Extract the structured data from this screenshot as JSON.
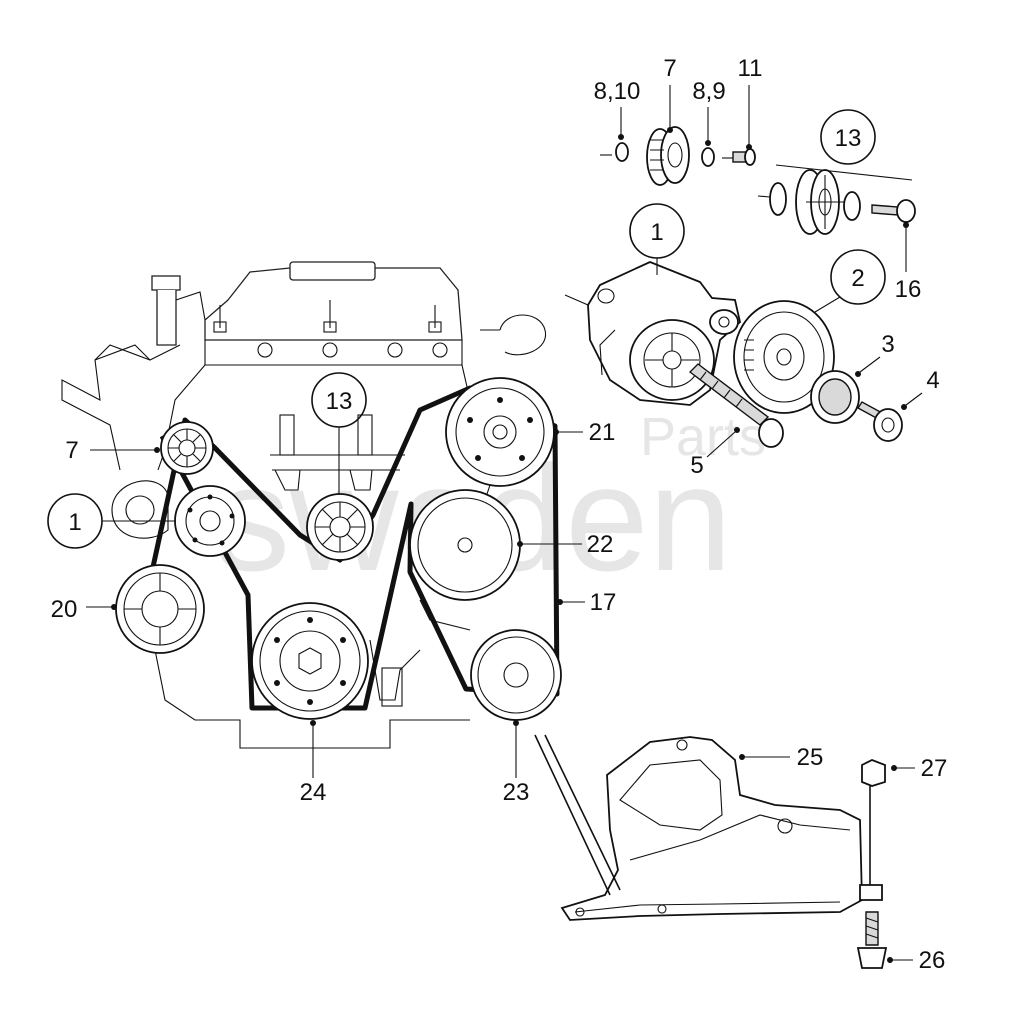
{
  "watermark": {
    "main": "sweden",
    "sub": "Parts"
  },
  "callouts": {
    "c1_top": "1",
    "c1_left": "1",
    "c2": "2",
    "c3": "3",
    "c4": "4",
    "c5": "5",
    "c7_top": "7",
    "c7_left": "7",
    "c8_10": "8,10",
    "c8_9": "8,9",
    "c11": "11",
    "c13_top": "13",
    "c13_mid": "13",
    "c16": "16",
    "c17": "17",
    "c20": "20",
    "c21": "21",
    "c22": "22",
    "c23": "23",
    "c24": "24",
    "c25": "25",
    "c26": "26",
    "c27": "27"
  }
}
